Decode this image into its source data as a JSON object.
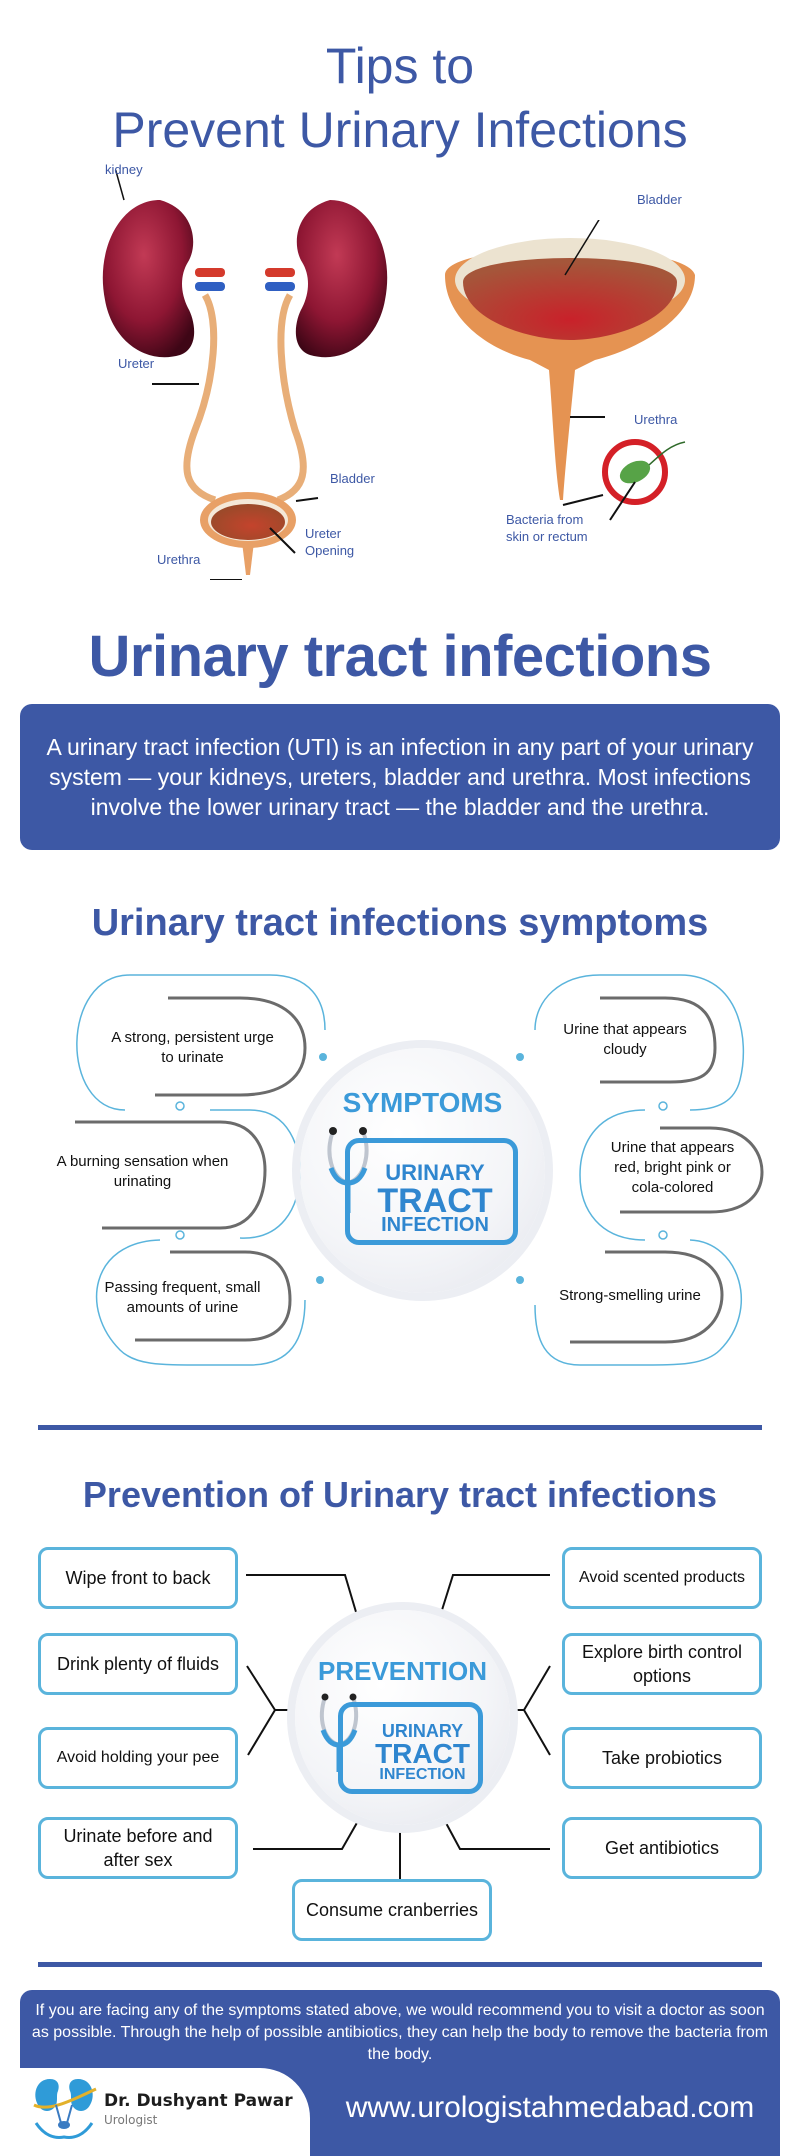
{
  "header": {
    "title_line1": "Tips to",
    "title_line2": "Prevent Urinary Infections"
  },
  "anatomy_left": {
    "labels": {
      "kidney": "kidney",
      "ureter": "Ureter",
      "bladder": "Bladder",
      "ureter_opening_1": "Ureter",
      "ureter_opening_2": "Opening",
      "urethra": "Urethra"
    }
  },
  "anatomy_right": {
    "labels": {
      "bladder": "Bladder",
      "urethra": "Urethra",
      "bacteria_1": "Bacteria from",
      "bacteria_2": "skin or rectum"
    }
  },
  "intro": {
    "heading": "Urinary tract infections",
    "body": "A urinary tract infection (UTI) is an infection in any part of your urinary system — your kidneys, ureters, bladder and urethra. Most infections involve the lower urinary tract — the bladder and the urethra."
  },
  "symptoms": {
    "heading": "Urinary tract infections symptoms",
    "center_label": "SYMPTOMS",
    "badge": {
      "line1": "URINARY",
      "line2": "TRACT",
      "line3": "INFECTION"
    },
    "left": [
      "A strong, persistent urge to urinate",
      "A burning sensation when urinating",
      "Passing frequent, small amounts of urine"
    ],
    "right": [
      "Urine that appears cloudy",
      "Urine that appears red, bright pink or cola-colored",
      "Strong-smelling urine"
    ]
  },
  "prevention": {
    "heading": "Prevention of Urinary tract infections",
    "center_label": "PREVENTION",
    "badge": {
      "line1": "URINARY",
      "line2": "TRACT",
      "line3": "INFECTION"
    },
    "left": [
      "Wipe front to back",
      "Drink plenty of fluids",
      "Avoid holding your pee",
      "Urinate before and after sex"
    ],
    "right": [
      "Avoid scented products",
      "Explore birth control options",
      "Take probiotics",
      "Get antibiotics"
    ],
    "bottom": "Consume cranberries"
  },
  "footer": {
    "advice": "If you are facing any of the symptoms stated above, we would recommend you to visit a doctor as soon as possible. Through the help of possible antibiotics, they can help the body to remove the bacteria from the body.",
    "doctor_name": "Dr. Dushyant Pawar",
    "doctor_role": "Urologist",
    "website": "www.urologistahmedabad.com"
  },
  "colors": {
    "brand_blue": "#3d58a5",
    "accent_light_blue": "#3b9ad9",
    "box_border": "#5ab4dc",
    "outline_gray": "#6b6b6b"
  }
}
